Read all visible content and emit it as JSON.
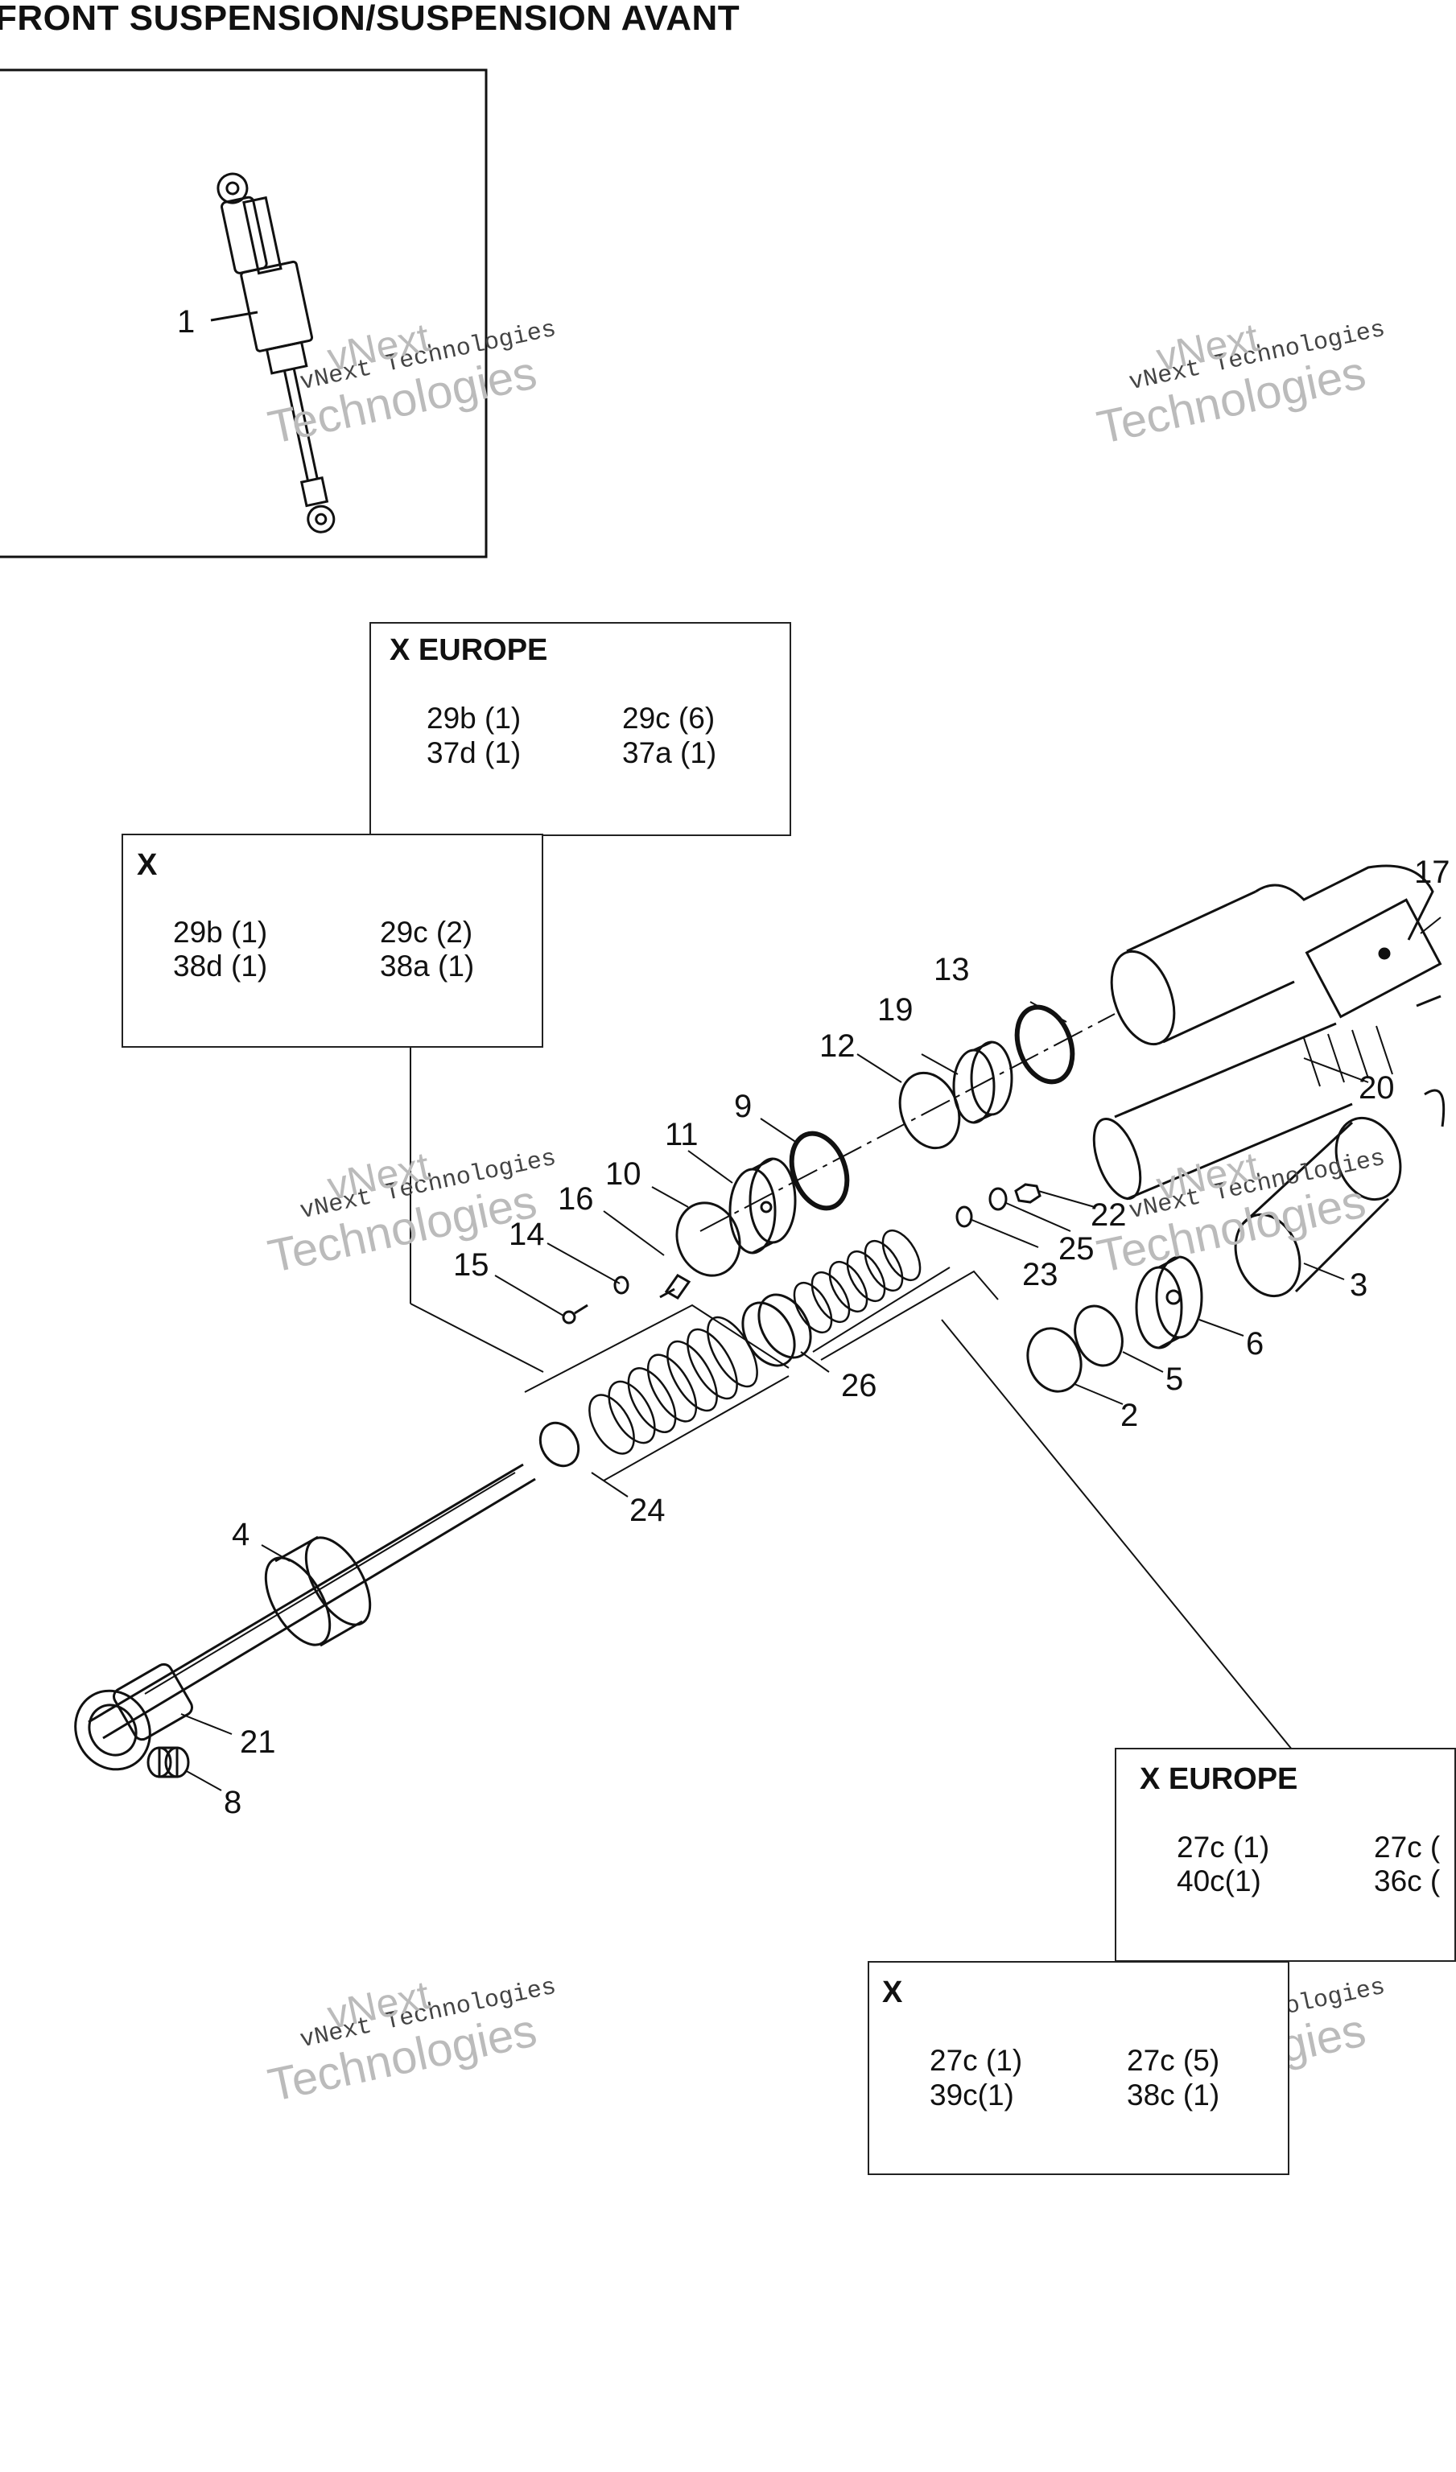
{
  "title": "FRONT SUSPENSION/SUSPENSION AVANT",
  "watermark": {
    "line_a": "vNext Technologies",
    "line_b": "Technologies",
    "line_c": "vNext"
  },
  "boxes": {
    "x_europe_top": {
      "head": "X EUROPE",
      "refs": [
        "29b (1)",
        "29c (6)",
        "37d (1)",
        "37a (1)"
      ]
    },
    "x_top": {
      "head": "X",
      "refs": [
        "29b (1)",
        "29c (2)",
        "38d (1)",
        "38a (1)"
      ]
    },
    "x_europe_bottom": {
      "head": "X EUROPE",
      "refs": [
        "27c (1)",
        "27c (",
        "40c(1)",
        "36c ("
      ]
    },
    "x_bottom": {
      "head": "X",
      "refs": [
        "27c (1)",
        "27c (5)",
        "39c(1)",
        "38c (1)"
      ]
    }
  },
  "callouts": [
    "1",
    "17",
    "13",
    "19",
    "12",
    "20",
    "9",
    "11",
    "10",
    "16",
    "14",
    "15",
    "22",
    "25",
    "23",
    "3",
    "6",
    "5",
    "2",
    "26",
    "24",
    "4",
    "21",
    "8"
  ]
}
